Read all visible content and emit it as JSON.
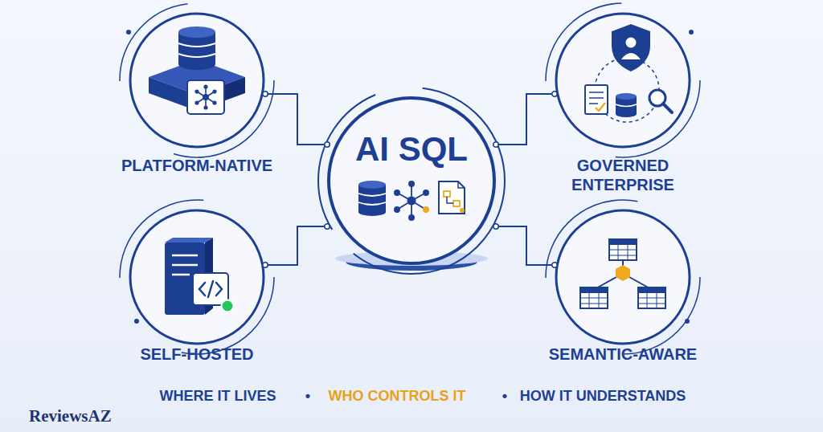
{
  "diagram": {
    "nodes": [
      {
        "text": [
          "PLATFORM-NATIVE"
        ]
      },
      {
        "text": [
          "GOVERNED ENTERPRISE"
        ]
      },
      {
        "text": [
          "AI SQL"
        ]
      },
      {
        "text": [
          "SELF-HOSTED"
        ]
      },
      {
        "text": [
          "SEMANTIC-AWARE"
        ]
      }
    ],
    "edges": [
      {
        "from": 0,
        "to": 2,
        "arrow": "none"
      },
      {
        "from": 1,
        "to": 2,
        "arrow": "none"
      },
      {
        "from": 3,
        "to": 2,
        "arrow": "none"
      },
      {
        "from": 4,
        "to": 2,
        "arrow": "none"
      }
    ],
    "labels": [
      "WHERE IT LIVES",
      "•",
      "WHO CONTROLS IT",
      "•",
      "HOW IT UNDERSTANDS",
      "ReviewsAZ"
    ]
  }
}
